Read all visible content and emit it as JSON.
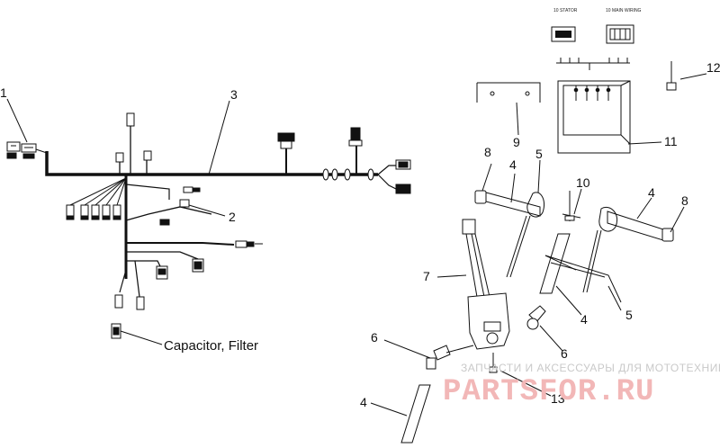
{
  "callouts": {
    "c1": "1",
    "c2": "2",
    "c3": "3",
    "c4a": "4",
    "c4b": "4",
    "c4c": "4",
    "c4d": "4",
    "c5a": "5",
    "c5b": "5",
    "c6a": "6",
    "c6b": "6",
    "c7": "7",
    "c8a": "8",
    "c8b": "8",
    "c9": "9",
    "c10": "10",
    "c11": "11",
    "c12": "12",
    "c13": "13"
  },
  "labels": {
    "capacitor": "Capacitor, Filter",
    "stator_conn": "10 STATOR",
    "wire_conn": "10 MAIN WIRING"
  },
  "watermark": {
    "tagline": "ЗАПЧАСТИ И АКСЕССУАРЫ ДЛЯ МОТОТЕХНИКИ",
    "logo": "PARTSFOR.RU",
    "logo_color": "#f2b7b7"
  },
  "colors": {
    "ink": "#111111",
    "wire": "#111111",
    "muted": "#555555"
  }
}
